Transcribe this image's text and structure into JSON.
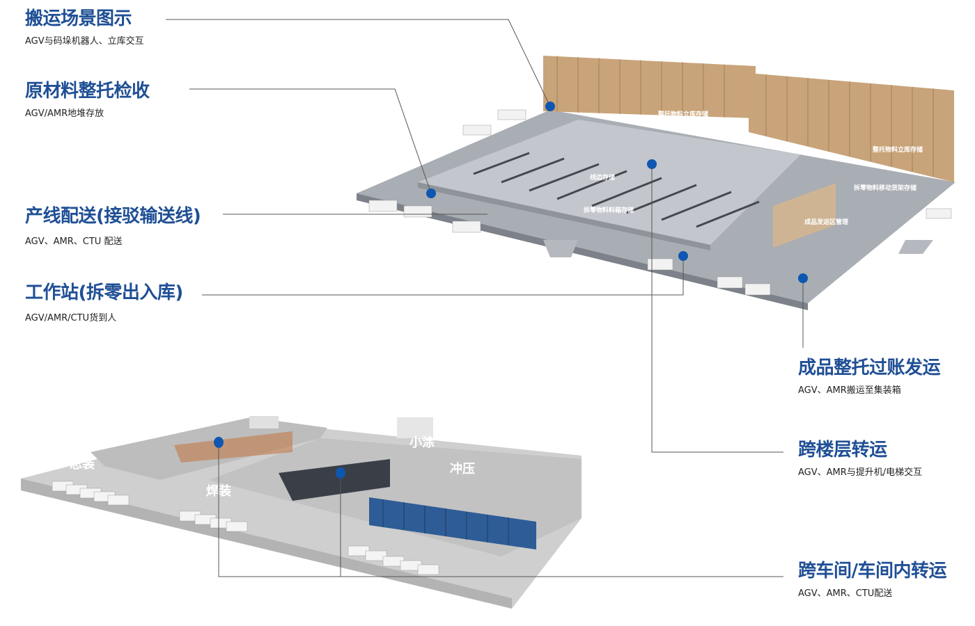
{
  "callouts": [
    {
      "title": "搬运场景图示",
      "subtitle": "AGV与码垛机器人、立库交互"
    },
    {
      "title": "原材料整托检收",
      "subtitle": "AGV/AMR地堆存放"
    },
    {
      "title": "产线配送(接驳输送线)",
      "subtitle": "AGV、AMR、CTU 配送"
    },
    {
      "title": "工作站(拆零出入库)",
      "subtitle": "AGV/AMR/CTU货到人"
    },
    {
      "title": "成品整托过账发运",
      "subtitle": "AGV、AMR搬运至集装箱"
    },
    {
      "title": "跨楼层转运",
      "subtitle": "AGV、AMR与提升机/电梯交互"
    },
    {
      "title": "跨车间/车间内转运",
      "subtitle": "AGV、AMR、CTU配送"
    }
  ],
  "warehouse_labels": {
    "rack1": "整托物料立库存储",
    "rack2": "整托物料立库存储",
    "line_side": "线边存储",
    "bin": "拆零物料料箱存储",
    "mobile_rack": "拆零物料移动货架存储",
    "shipping": "成品发运区管理"
  },
  "factory_labels": {
    "assembly": "总装",
    "welding": "焊装",
    "painting": "小涂",
    "stamping": "冲压"
  },
  "colors": {
    "title": "#1f4f95",
    "dot": "#0d57b0",
    "line": "#555555"
  }
}
